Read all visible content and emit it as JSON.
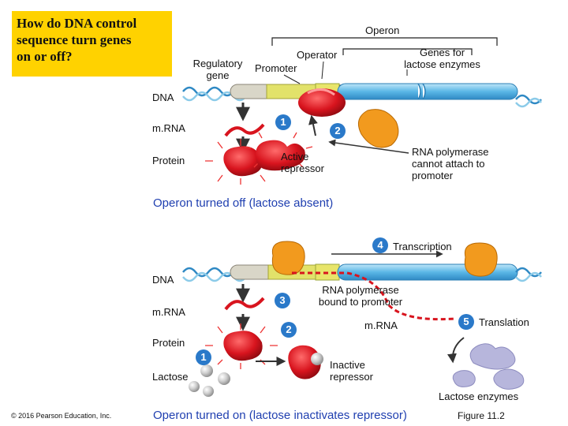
{
  "title": "How do DNA control\nsequence turn genes\non or off?",
  "top_panel": {
    "operon_label": "Operon",
    "operator_label": "Operator",
    "genes_label": "Genes for\nlactose enzymes",
    "regulatory_gene_label": "Regulatory\ngene",
    "promoter_label": "Promoter",
    "dna_label": "DNA",
    "mrna_label": "m.RNA",
    "protein_label": "Protein",
    "step1": "1",
    "step2": "2",
    "active_repressor_label": "Active\nrepressor",
    "polymerase_note": "RNA polymerase\ncannot attach to\npromoter",
    "caption": "Operon turned off (lactose absent)"
  },
  "bottom_panel": {
    "step4": "4",
    "transcription_label": "Transcription",
    "dna_label": "DNA",
    "polymerase_bound_label": "RNA polymerase\nbound to promoter",
    "step3": "3",
    "mrna_left_label": "m.RNA",
    "step5": "5",
    "translation_label": "Translation",
    "mrna_right_label": "m.RNA",
    "step2": "2",
    "protein_label": "Protein",
    "step1": "1",
    "lactose_label": "Lactose",
    "inactive_repressor_label": "Inactive\nrepressor",
    "enzymes_label": "Lactose enzymes",
    "caption": "Operon turned on (lactose inactivates repressor)"
  },
  "footer": {
    "copyright": "© 2016 Pearson Education, Inc.",
    "figure": "Figure 11.2"
  },
  "colors": {
    "title_bg": "#ffd200",
    "caption_blue": "#1f3fb0",
    "badge_blue": "#2a79c9",
    "repressor_red": "#d8141e",
    "polymerase_orange": "#f29a1e",
    "dna_blue": "#74c3ea",
    "operator_yellow": "#ece23a",
    "enzyme_lavender": "#b7b6dc"
  }
}
